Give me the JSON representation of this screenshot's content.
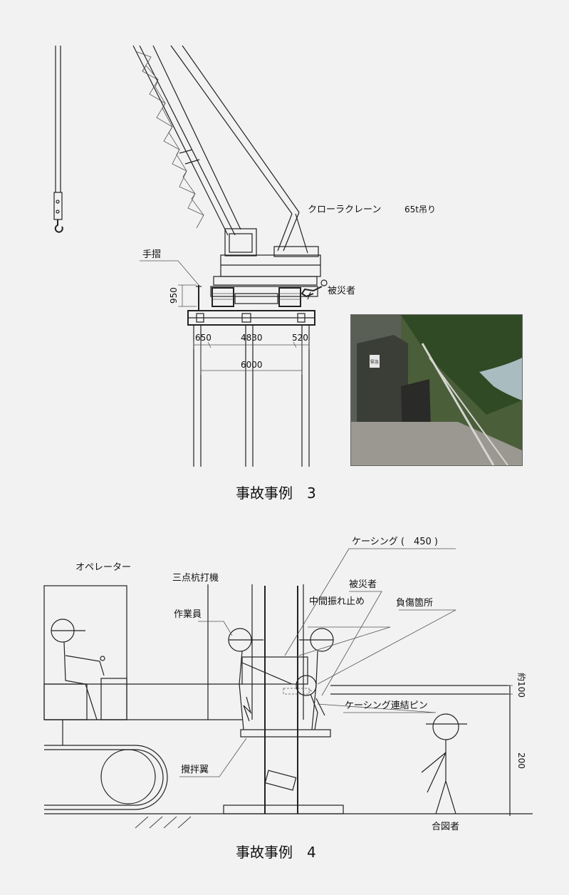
{
  "case3": {
    "crane_label": "クローラクレーン",
    "crane_capacity": "65t吊り",
    "handrail_label": "手摺",
    "victim_label": "被災者",
    "dim_height": "950",
    "dim_left": "650",
    "dim_center": "4830",
    "dim_right": "520",
    "dim_total": "6000",
    "caption": "事故事例　3"
  },
  "case4": {
    "operator_label": "オペレーター",
    "pile_driver_label": "三点杭打機",
    "casing_label": "ケーシング (　450 )",
    "mid_stopper_label": "中間振れ止め",
    "injury_point_label": "負傷箇所",
    "worker_label": "作業員",
    "victim_label": "被災者",
    "casing_pin_label": "ケーシング連結ピン",
    "dim_approx": "約100",
    "dim_200": "200",
    "stirring_wing_label": "攪拌翼",
    "signaler_label": "合図者",
    "caption": "事故事例　4"
  },
  "photo": {
    "sign_text": "緊急"
  },
  "colors": {
    "background": "#f2f2f2",
    "line": "#222222",
    "foliage": "#3f5a2e",
    "river": "#9fb4b8"
  }
}
